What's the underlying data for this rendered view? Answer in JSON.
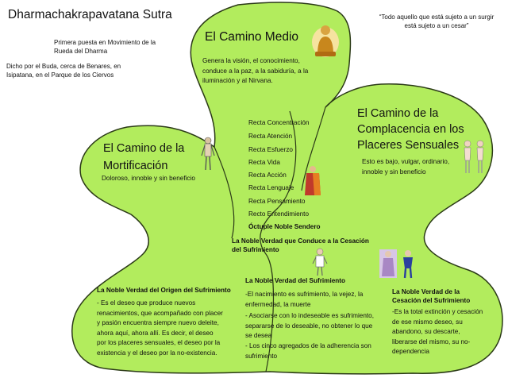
{
  "header": {
    "title": "Dharmachakrapavatana Sutra",
    "subtitle": "Primera puesta en Movimiento de la Rueda del Dharma",
    "origin": "Dicho por el Buda, cerca de Benares, en Isipatana, en el Parque de los Ciervos",
    "quote": "“Todo aquello que está sujeto a un surgir está sujeto a un cesar”"
  },
  "middle_way": {
    "title": "El Camino Medio",
    "text": "Genera la visión, el conocimiento, conduce a la paz, a la sabiduría, a la iluminación y al Nirvana."
  },
  "mortification": {
    "title_line1": "El Camino de la",
    "title_line2": "Mortificación",
    "text": "Doloroso, innoble y sin beneficio"
  },
  "pleasures": {
    "title_line1": "El Camino de la",
    "title_line2": "Complacencia en los",
    "title_line3": "Placeres Sensuales",
    "text": "Esto es bajo, vulgar, ordinario, innoble y sin beneficio"
  },
  "eightfold": {
    "items": [
      "Recta Concentración",
      "Recta Atención",
      "Recta Esfuerzo",
      "Recta Vida",
      "Recta Acción",
      "Recta Lenguaje",
      "Recta Pensamiento",
      "Recto Entendimiento"
    ],
    "heading": "Óctuple Noble Sendero"
  },
  "truth_path": {
    "title": "La Noble Verdad que Conduce a la Cesación del Sufrimiento"
  },
  "truth_suffering": {
    "title": "La Noble Verdad del Sufrimiento",
    "p1": "-El nacimiento es sufrimiento, la vejez, la enfermedad, la muerte",
    "p2": "- Asociarse con lo indeseable es sufrimiento, separarse de lo deseable, no obtener lo que se desea",
    "p3": "- Los cinco agregados de la adherencia son sufrimiento"
  },
  "truth_origin": {
    "title": "La Noble Verdad del Origen del Sufrimiento",
    "text": "- Es el deseo que produce nuevos renacimientos, que acompañado con placer y pasión encuentra siempre nuevo deleite, ahora aquí, ahora allí. Es decir, el deseo por los placeres sensuales, el deseo por la existencia y el deseo por la no-existencia."
  },
  "truth_cessation": {
    "title": "La Noble Verdad de la Cesación del Sufrimiento",
    "text": "-Es la total extinción y cesación de ese mismo deseo, su abandono, su descarte, liberarse del mismo, su no-dependencia"
  },
  "colors": {
    "blob_fill": "#b2ec5d",
    "blob_stroke": "#2b3a17",
    "text": "#111111"
  }
}
